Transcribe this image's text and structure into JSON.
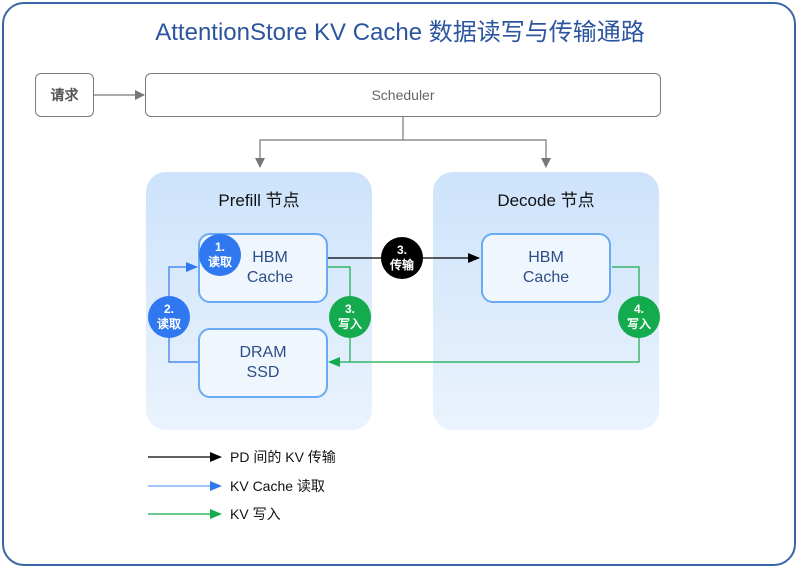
{
  "title": "AttentionStore KV Cache 数据读写与传输通路",
  "request_box": "请求",
  "scheduler_box": "Scheduler",
  "prefill_node": {
    "title": "Prefill 节点",
    "hbm": [
      "HBM",
      "Cache"
    ],
    "dram": [
      "DRAM",
      "SSD"
    ]
  },
  "decode_node": {
    "title": "Decode 节点",
    "hbm": [
      "HBM",
      "Cache"
    ]
  },
  "badges": [
    {
      "step": "1.",
      "label": "读取",
      "type": "read"
    },
    {
      "step": "2.",
      "label": "读取",
      "type": "read"
    },
    {
      "step": "3.",
      "label": "写入",
      "type": "write"
    },
    {
      "step": "3.",
      "label": "传输",
      "type": "transfer"
    },
    {
      "step": "4.",
      "label": "写入",
      "type": "write"
    }
  ],
  "legend": [
    {
      "label": "PD 间的 KV 传输",
      "color": "#000000"
    },
    {
      "label": "KV Cache 读取",
      "color": "#2f78f0"
    },
    {
      "label": "KV 写入",
      "color": "#14ab4e"
    }
  ],
  "colors": {
    "title": "#2c55a0",
    "read": "#2f78f0",
    "write": "#14ab4e",
    "transfer": "#000000",
    "node_border": "#6aaaf2"
  }
}
